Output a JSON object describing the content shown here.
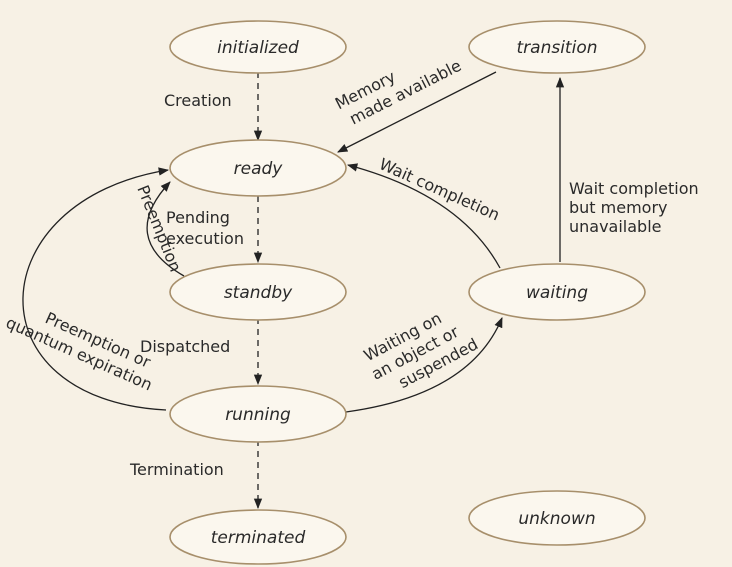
{
  "states": {
    "initialized": "initialized",
    "transition": "transition",
    "ready": "ready",
    "standby": "standby",
    "waiting": "waiting",
    "running": "running",
    "terminated": "terminated",
    "unknown": "unknown"
  },
  "transitions": {
    "creation": "Creation",
    "memory_available_line1": "Memory",
    "memory_available_line2": "made available",
    "wait_completion": "Wait completion",
    "wait_completion_no_memory_line1": "Wait completion",
    "wait_completion_no_memory_line2": "but memory",
    "wait_completion_no_memory_line3": "unavailable",
    "pending_execution_line1": "Pending",
    "pending_execution_line2": "execution",
    "preemption": "Preemption",
    "dispatched": "Dispatched",
    "preemption_or_quantum_line1": "Preemption or",
    "preemption_or_quantum_line2": "quantum expiration",
    "waiting_on_object_line1": "Waiting on",
    "waiting_on_object_line2": "an object or",
    "waiting_on_object_line3": "suspended",
    "termination": "Termination"
  },
  "colors": {
    "background": "#f7f1e5",
    "state_fill": "#fbf7ee",
    "state_border": "#a78f6b",
    "line": "#222222"
  }
}
